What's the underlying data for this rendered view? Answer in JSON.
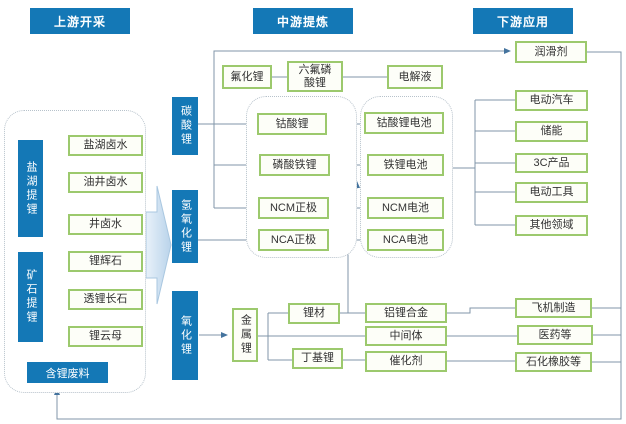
{
  "headers": {
    "upstream": "上游开采",
    "midstream": "中游提炼",
    "downstream": "下游应用"
  },
  "upstream": {
    "salt_lake_group_label": "盐湖提锂",
    "ore_group_label": "矿石提锂",
    "sources": [
      "盐湖卤水",
      "油井卤水",
      "井卤水",
      "锂辉石",
      "透锂长石",
      "锂云母"
    ],
    "waste_label": "含锂废料"
  },
  "midstream": {
    "carbonate": "碳酸锂",
    "hydroxide": "氢氧化锂",
    "oxide": "氧化锂",
    "fluoride": "氟化锂",
    "hexafluorophosphate": "六氟磷\n酸锂",
    "electrolyte": "电解液",
    "cathodes": [
      "钴酸锂",
      "磷酸铁锂",
      "NCM正极",
      "NCA正极"
    ],
    "batteries": [
      "钴酸锂电池",
      "铁锂电池",
      "NCM电池",
      "NCA电池"
    ],
    "metal_lithium": "金属锂",
    "lithium_material": "锂材",
    "butyl_lithium": "丁基锂",
    "aluminum_lithium_alloy": "铝锂合金",
    "intermediate": "中间体",
    "catalyst": "催化剂"
  },
  "downstream": {
    "lubricant": "润滑剂",
    "ev": "电动汽车",
    "energy_storage": "储能",
    "consumer_3c": "3C产品",
    "power_tools": "电动工具",
    "other_fields": "其他领域",
    "aircraft": "飞机制造",
    "pharma": "医药等",
    "petrochemical_rubber": "石化橡胶等"
  },
  "colors": {
    "accent_blue": "#1478b6",
    "node_green_border": "#9cc96d",
    "connector_gray_blue": "#8096a8",
    "flow_arrow_fill": "#cfe2f3"
  }
}
